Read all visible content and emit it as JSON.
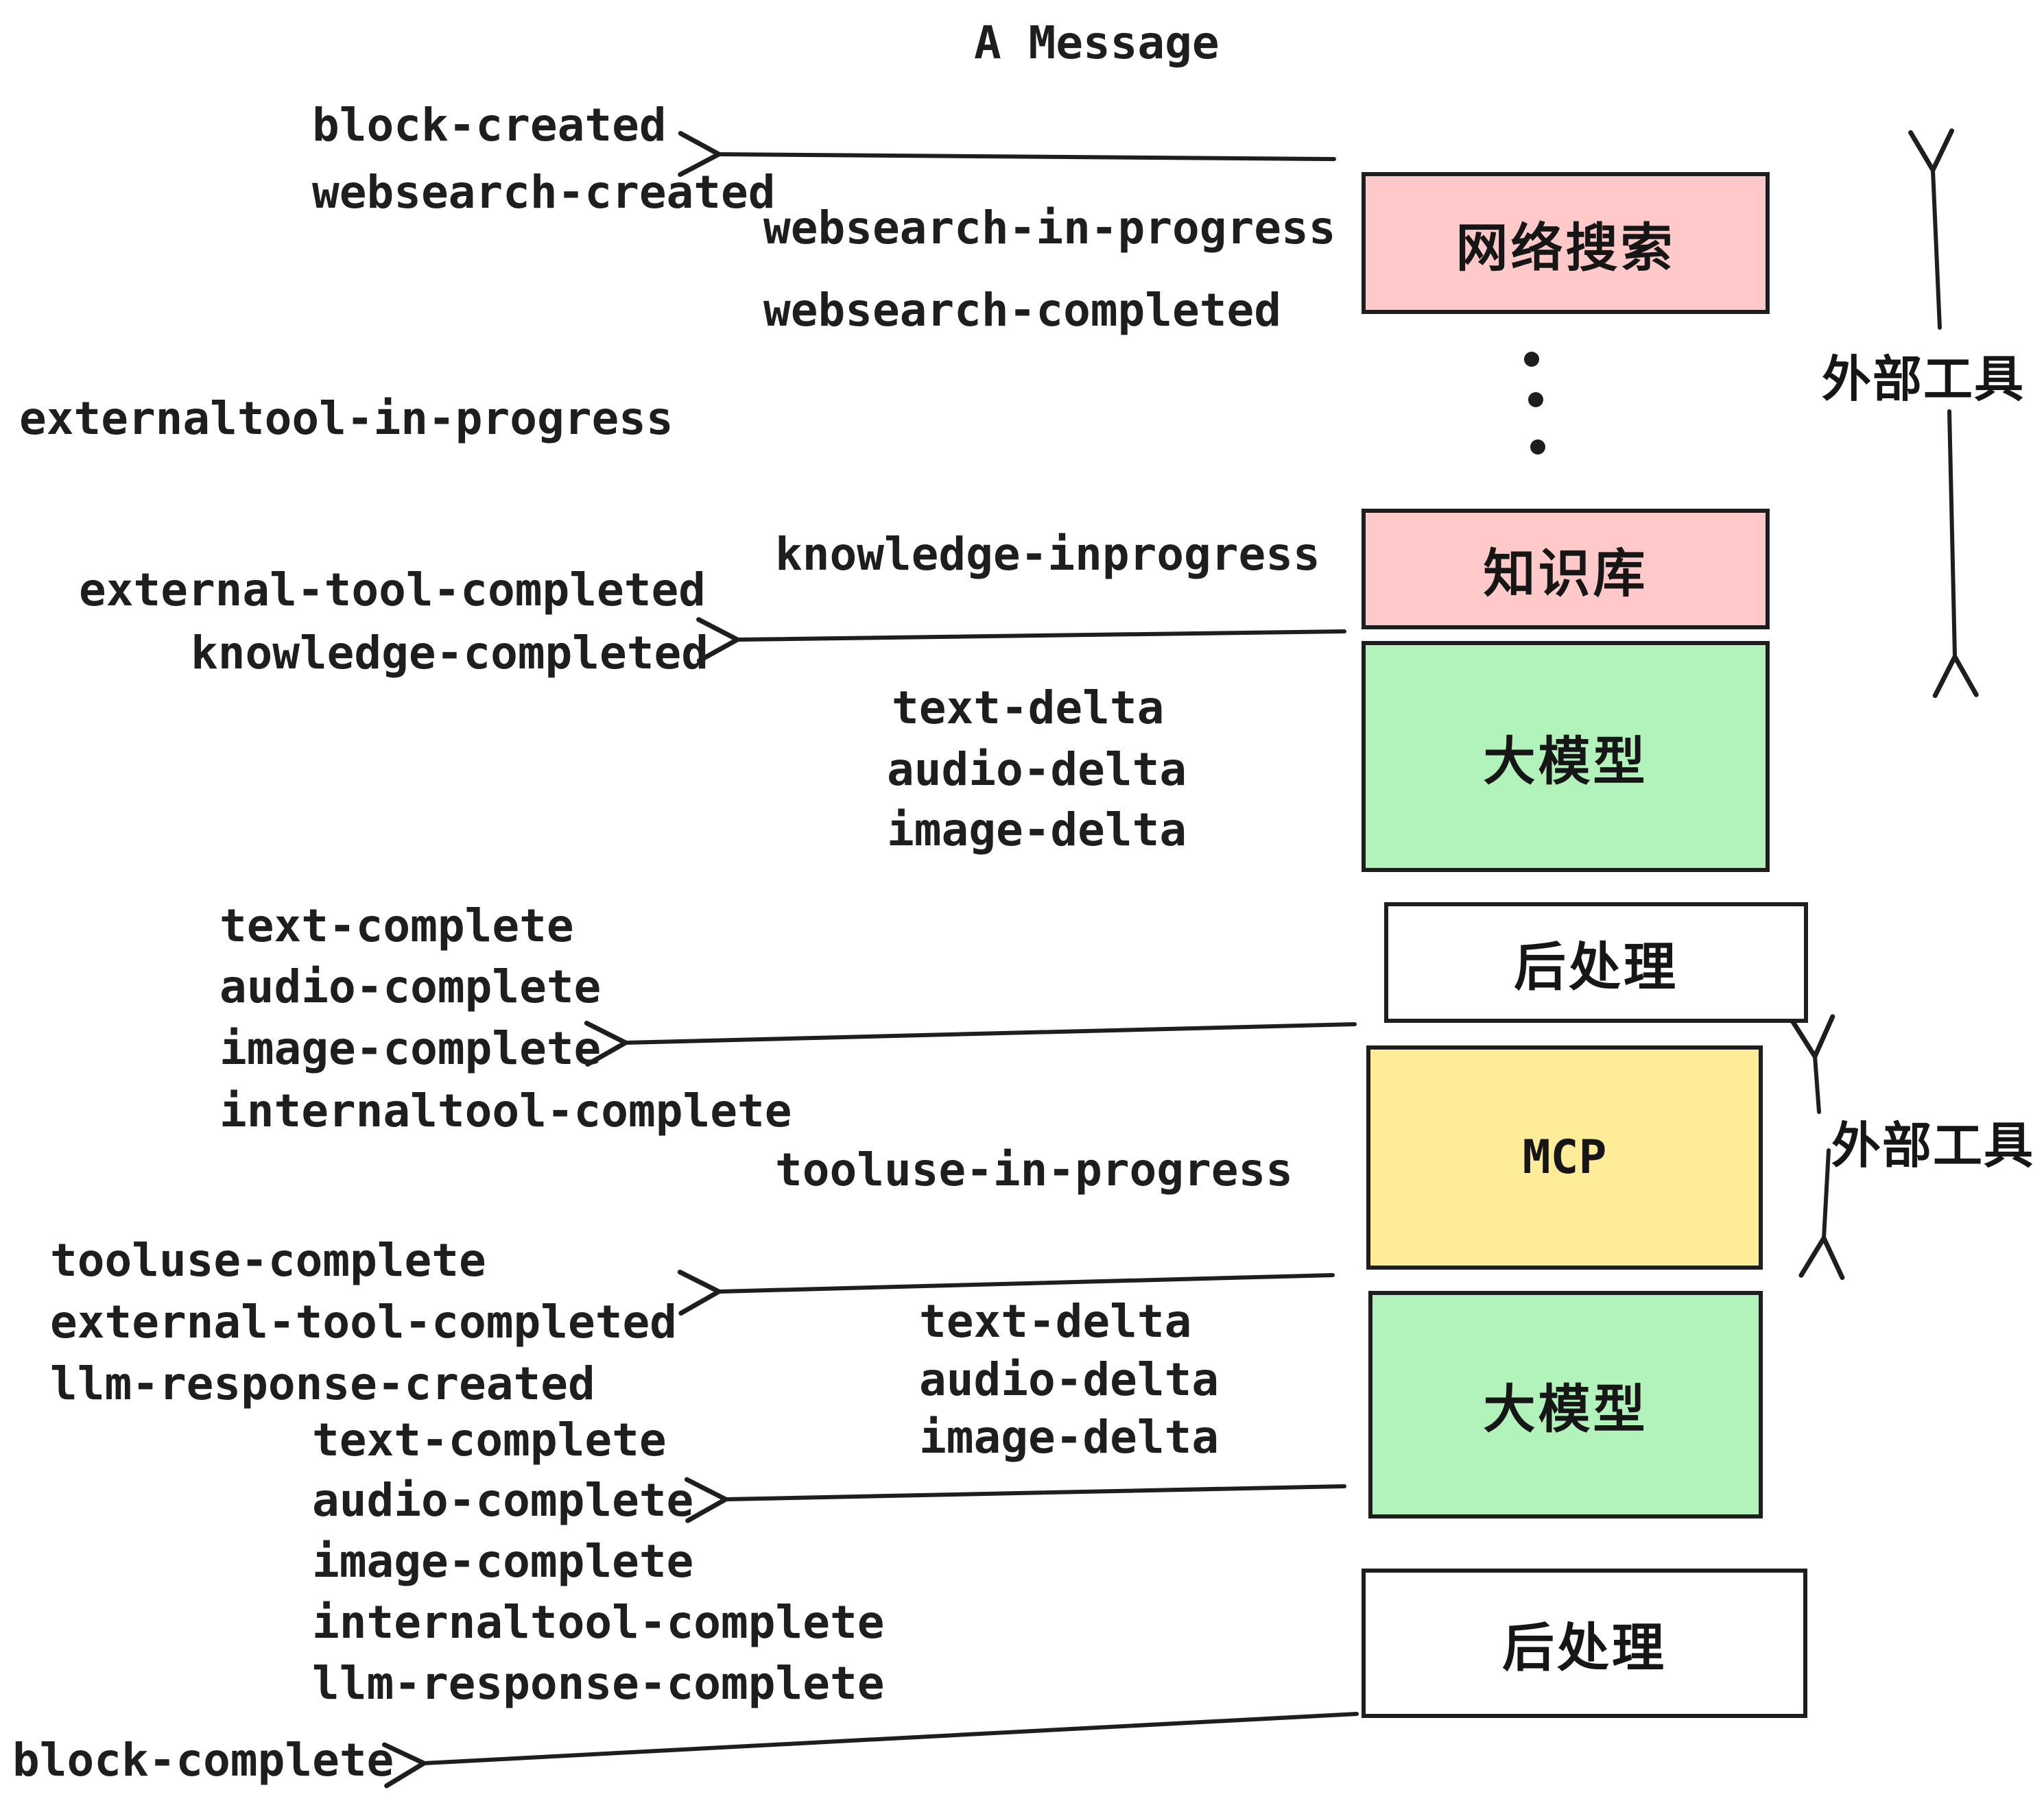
{
  "title": "A Message",
  "colors": {
    "pink": "#ffc9c9",
    "green": "#b2f2bb",
    "yellow": "#ffec99",
    "white": "#ffffff",
    "ink": "#1e1e1e"
  },
  "events": [
    "block-created",
    "websearch-created",
    "websearch-in-progress",
    "websearch-completed",
    "externaltool-in-progress",
    "knowledge-inprogress",
    "external-tool-completed",
    "knowledge-completed",
    "text-delta",
    "audio-delta",
    "image-delta",
    "text-complete",
    "audio-complete",
    "image-complete",
    "internaltool-complete",
    "tooluse-in-progress",
    "tooluse-complete",
    "external-tool-completed",
    "llm-response-created",
    "text-complete",
    "audio-complete",
    "image-complete",
    "internaltool-complete",
    "llm-response-complete",
    "block-complete"
  ],
  "boxes": [
    {
      "id": "web-search",
      "label": "网络搜索",
      "fill": "pink"
    },
    {
      "id": "knowledge-base",
      "label": "知识库",
      "fill": "pink"
    },
    {
      "id": "llm-1",
      "label": "大模型",
      "fill": "green"
    },
    {
      "id": "post-process-1",
      "label": "后处理",
      "fill": "white"
    },
    {
      "id": "mcp",
      "label": "MCP",
      "fill": "yellow"
    },
    {
      "id": "llm-2",
      "label": "大模型",
      "fill": "green"
    },
    {
      "id": "post-process-2",
      "label": "后处理",
      "fill": "white"
    }
  ],
  "annotations": [
    "外部工具",
    "外部工具"
  ]
}
